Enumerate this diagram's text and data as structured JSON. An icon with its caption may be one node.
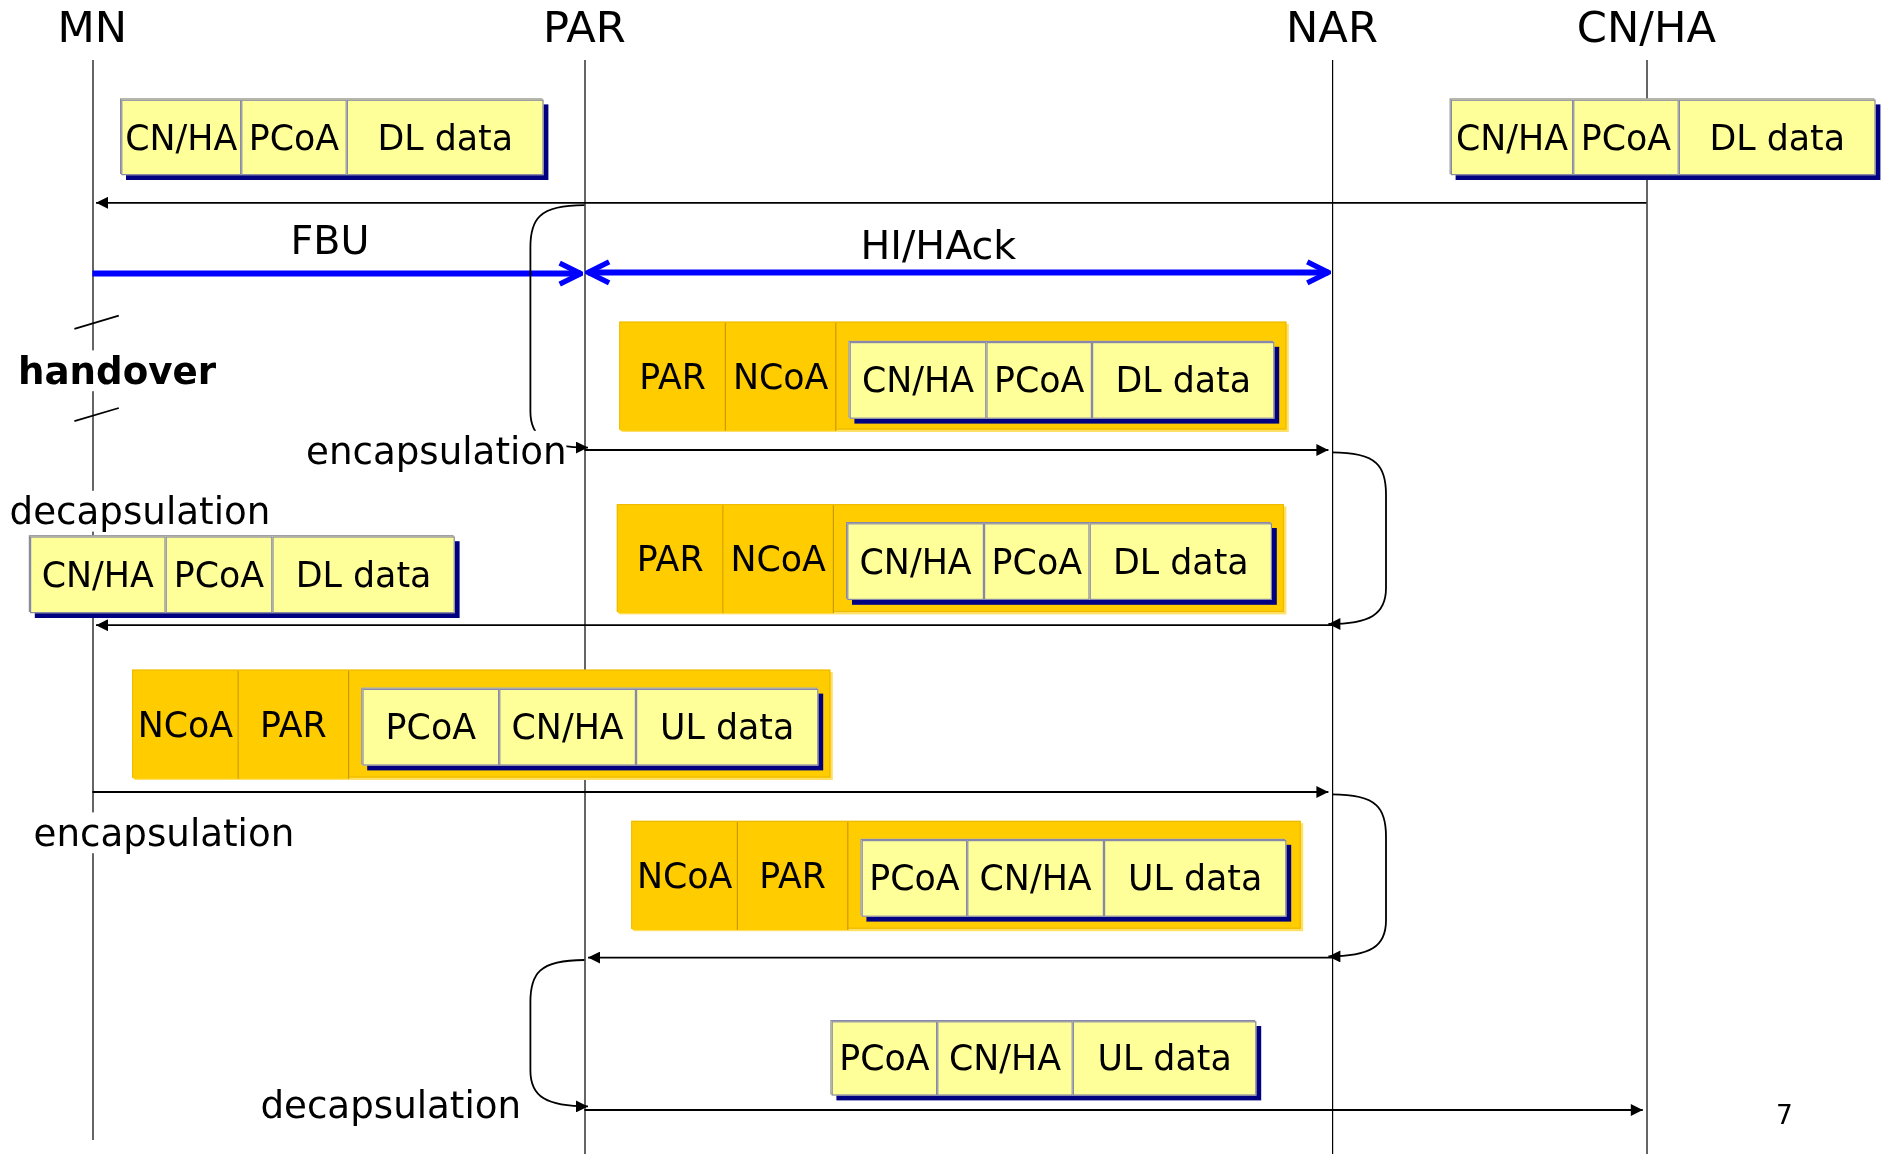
{
  "diagram": {
    "nodes": [
      {
        "text": [
          "MN"
        ]
      },
      {
        "text": [
          "PAR"
        ]
      },
      {
        "text": [
          "NAR"
        ]
      },
      {
        "text": [
          "CN/HA"
        ]
      },
      {
        "text": [],
        "shape": "box"
      },
      {
        "text": [
          "CN/HA"
        ],
        "in": 4
      },
      {
        "text": [
          "PCoA"
        ],
        "in": 4
      },
      {
        "text": [
          "DL data"
        ],
        "in": 4
      },
      {
        "text": [],
        "shape": "box"
      },
      {
        "text": [
          "CN/HA"
        ],
        "in": 8
      },
      {
        "text": [
          "PCoA"
        ],
        "in": 8
      },
      {
        "text": [
          "DL data"
        ],
        "in": 8
      },
      {
        "text": [],
        "shape": "box"
      },
      {
        "text": [
          "PAR"
        ],
        "in": 12
      },
      {
        "text": [
          "NCoA"
        ],
        "in": 12
      },
      {
        "text": [],
        "shape": "box",
        "in": 12
      },
      {
        "text": [
          "CN/HA"
        ],
        "in": 15
      },
      {
        "text": [
          "PCoA"
        ],
        "in": 15
      },
      {
        "text": [
          "DL data"
        ],
        "in": 15
      },
      {
        "text": [],
        "shape": "box"
      },
      {
        "text": [
          "PAR"
        ],
        "in": 19
      },
      {
        "text": [
          "NCoA"
        ],
        "in": 19
      },
      {
        "text": [],
        "shape": "box",
        "in": 19
      },
      {
        "text": [
          "CN/HA"
        ],
        "in": 22
      },
      {
        "text": [
          "PCoA"
        ],
        "in": 22
      },
      {
        "text": [
          "DL data"
        ],
        "in": 22
      },
      {
        "text": [],
        "shape": "box"
      },
      {
        "text": [
          "CN/HA"
        ],
        "in": 26
      },
      {
        "text": [
          "PCoA"
        ],
        "in": 26
      },
      {
        "text": [
          "DL data"
        ],
        "in": 26
      },
      {
        "text": [],
        "shape": "box"
      },
      {
        "text": [
          "NCoA"
        ],
        "in": 30
      },
      {
        "text": [
          "PAR"
        ],
        "in": 30
      },
      {
        "text": [],
        "shape": "box",
        "in": 30
      },
      {
        "text": [
          "PCoA"
        ],
        "in": 33
      },
      {
        "text": [
          "CN/HA"
        ],
        "in": 33
      },
      {
        "text": [
          "UL data"
        ],
        "in": 33
      },
      {
        "text": [],
        "shape": "box"
      },
      {
        "text": [
          "NCoA"
        ],
        "in": 37
      },
      {
        "text": [
          "PAR"
        ],
        "in": 37
      },
      {
        "text": [],
        "shape": "box",
        "in": 37
      },
      {
        "text": [
          "PCoA"
        ],
        "in": 40
      },
      {
        "text": [
          "CN/HA"
        ],
        "in": 40
      },
      {
        "text": [
          "UL data"
        ],
        "in": 40
      },
      {
        "text": [],
        "shape": "box"
      },
      {
        "text": [
          "PCoA"
        ],
        "in": 44
      },
      {
        "text": [
          "CN/HA"
        ],
        "in": 44
      },
      {
        "text": [
          "UL data"
        ],
        "in": 44
      }
    ],
    "edges": [
      {
        "from": 3,
        "to": 0,
        "arrow": "to"
      },
      {
        "from": 0,
        "to": 1,
        "arrow": "to",
        "label": "FBU",
        "style": "thick",
        "color": "#0000ff"
      },
      {
        "from": 1,
        "to": 2,
        "arrow": "both",
        "label": "HI/HAck",
        "style": "thick",
        "color": "#0000ff"
      },
      {
        "from": 1,
        "to": 1,
        "arrow": "to"
      },
      {
        "from": 1,
        "to": 2,
        "arrow": "to"
      },
      {
        "from": 2,
        "to": 2,
        "arrow": "to"
      },
      {
        "from": 2,
        "to": 0,
        "arrow": "to"
      },
      {
        "from": 0,
        "to": 2,
        "arrow": "to"
      },
      {
        "from": 2,
        "to": 2,
        "arrow": "to"
      },
      {
        "from": 2,
        "to": 1,
        "arrow": "to"
      },
      {
        "from": 1,
        "to": 1,
        "arrow": "to"
      },
      {
        "from": 1,
        "to": 3,
        "arrow": "to"
      }
    ],
    "labels": [
      "handover",
      "encapsulation",
      "decapsulation",
      "encapsulation",
      "decapsulation",
      "7"
    ]
  }
}
